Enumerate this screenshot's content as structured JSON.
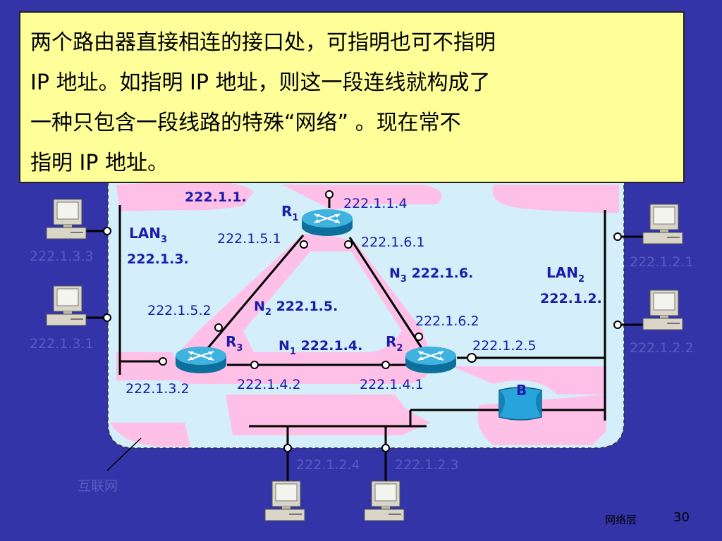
{
  "note": {
    "line1": "两个路由器直接相连的接口处，可指明也可不指明",
    "line2": "IP 地址。如指明 IP 地址，则这一段连线就构成了",
    "line3": "一种只包含一段线路的特殊“网络” 。现在常不",
    "line4": "指明 IP 地址。"
  },
  "routers": {
    "r1": {
      "label": "R",
      "sub": "1"
    },
    "r2": {
      "label": "R",
      "sub": "2"
    },
    "r3": {
      "label": "R",
      "sub": "3"
    }
  },
  "addresses": {
    "r1_top": "222.1.1.",
    "r1_top_right": "222.1.1.4",
    "r1_left": "222.1.5.1",
    "r1_right": "222.1.6.1",
    "r3_top": "222.1.5.2",
    "r3_bottom": "222.1.3.2",
    "r3_right": "222.1.4.2",
    "r2_top": "222.1.6.2",
    "r2_left": "222.1.4.1",
    "r2_right": "222.1.2.5",
    "h_lan3_a": "222.1.3.3",
    "h_lan3_b": "222.1.3.1",
    "h_lan2_a": "222.1.2.1",
    "h_lan2_b": "222.1.2.2",
    "h_bottom_a": "222.1.2.4",
    "h_bottom_b": "222.1.2.3"
  },
  "networks": {
    "lan3": {
      "name": "LAN",
      "sub": "3",
      "prefix": "222.1.3."
    },
    "lan2": {
      "name": "LAN",
      "sub": "2",
      "prefix": "222.1.2."
    },
    "n1": {
      "name": "N",
      "sub": "1",
      "prefix": " 222.1.4."
    },
    "n2": {
      "name": "N",
      "sub": "2",
      "prefix": " 222.1.5."
    },
    "n3": {
      "name": "N",
      "sub": "3",
      "prefix": " 222.1.6."
    }
  },
  "bridge": {
    "label": "B"
  },
  "internet_label": "互联网",
  "footer": {
    "title": "网络层",
    "page": "30"
  },
  "colors": {
    "background": "#3334a8",
    "cloud": "#d4eefa",
    "highlight": "#ffc0e8",
    "note": "#ffff99",
    "router": "#1a8fc0",
    "address": "#1c1ca8",
    "ghost_address": "#5a5ac4"
  }
}
